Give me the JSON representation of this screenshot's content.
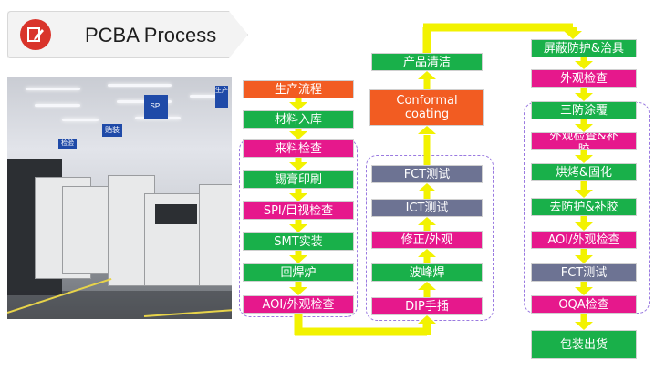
{
  "title": "PCBA Process",
  "colors": {
    "orange": "#f25c22",
    "green": "#19b04a",
    "pink": "#e6188c",
    "slate": "#6d7393",
    "arrow": "#f2f200",
    "dashed": "#9a7ae0"
  },
  "column1": [
    {
      "label": "生产流程",
      "color": "orange"
    },
    {
      "label": "材料入库",
      "color": "green"
    },
    {
      "label": "来料检查",
      "color": "pink"
    },
    {
      "label": "锡膏印刷",
      "color": "green"
    },
    {
      "label": "SPI/目视检查",
      "color": "pink"
    },
    {
      "label": "SMT实装",
      "color": "green"
    },
    {
      "label": "回焊炉",
      "color": "green"
    },
    {
      "label": "AOI/外观检查",
      "color": "pink"
    }
  ],
  "column2": [
    {
      "label": "产品清洁",
      "color": "green"
    },
    {
      "label": "Conformal coating",
      "color": "orange"
    },
    {
      "label": "FCT测试",
      "color": "slate"
    },
    {
      "label": "ICT测试",
      "color": "slate"
    },
    {
      "label": "修正/外观",
      "color": "pink"
    },
    {
      "label": "波峰焊",
      "color": "green"
    },
    {
      "label": "DIP手插",
      "color": "pink"
    }
  ],
  "column3": [
    {
      "label": "屏蔽防护&治具",
      "color": "green"
    },
    {
      "label": "外观检查",
      "color": "pink"
    },
    {
      "label": "三防涂覆",
      "color": "green"
    },
    {
      "label": "外观检查&补胶",
      "color": "pink"
    },
    {
      "label": "烘烤&固化",
      "color": "green"
    },
    {
      "label": "去防护&补胶",
      "color": "green"
    },
    {
      "label": "AOI/外观检查",
      "color": "pink"
    },
    {
      "label": "FCT测试",
      "color": "slate"
    },
    {
      "label": "OQA检查",
      "color": "pink"
    },
    {
      "label": "包装出货",
      "color": "green"
    }
  ],
  "photo": {
    "signs": [
      "SPI",
      "贴装",
      "生产",
      "检验"
    ]
  }
}
